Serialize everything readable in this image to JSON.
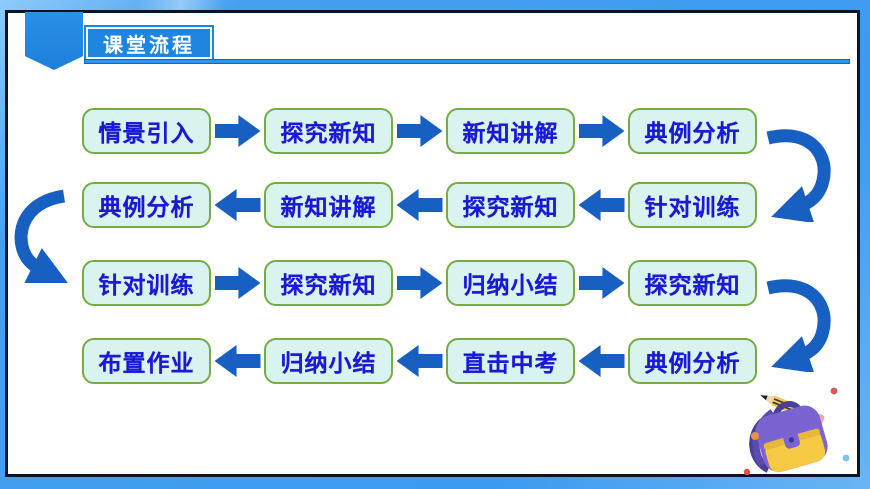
{
  "header": {
    "title": "课堂流程"
  },
  "flow": {
    "rows": [
      {
        "direction": "right",
        "boxes": [
          "情景引入",
          "探究新知",
          "新知讲解",
          "典例分析"
        ]
      },
      {
        "direction": "left",
        "boxes": [
          "典例分析",
          "新知讲解",
          "探究新知",
          "针对训练"
        ]
      },
      {
        "direction": "right",
        "boxes": [
          "针对训练",
          "探究新知",
          "归纳小结",
          "探究新知"
        ]
      },
      {
        "direction": "left",
        "boxes": [
          "布置作业",
          "归纳小结",
          "直击中考",
          "典例分析"
        ]
      }
    ]
  },
  "icons": {
    "ribbon": "bookmark-ribbon-icon",
    "arrow_right": "arrow-right-icon",
    "arrow_left": "arrow-left-icon",
    "curve_right": "curved-arrow-icon",
    "curve_left": "curved-arrow-icon",
    "pencil": "pencil-icon",
    "backpack": "backpack-icon"
  },
  "colors": {
    "frame_blue": "#46a0f0",
    "inner_border": "#0c1322",
    "header_blue": "#1e86e0",
    "box_fill": "#d9f4ee",
    "box_border": "#76ab45",
    "box_text": "#1a1ad6",
    "arrow_blue": "#1760c2",
    "backpack_purple": "#7b63d2",
    "pocket_yellow": "#f6c944"
  }
}
